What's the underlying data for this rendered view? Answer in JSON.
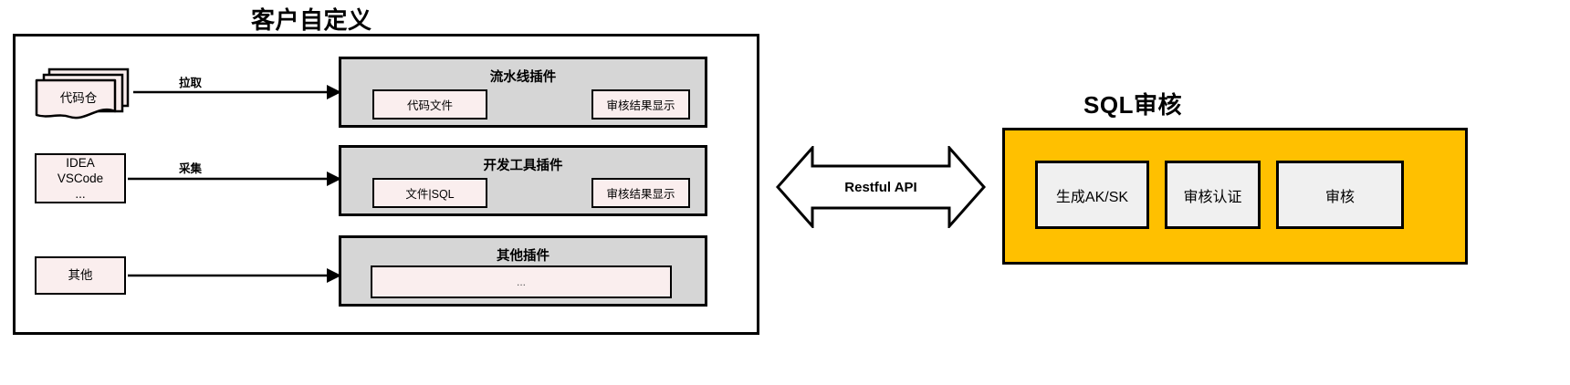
{
  "diagram": {
    "left_section": {
      "title": "客户自定义",
      "sources": [
        {
          "name": "code-repo",
          "label": "代码仓",
          "shape": "document-stack"
        },
        {
          "name": "ide",
          "label": "IDEA\nVSCode\n...",
          "lines": [
            "IDEA",
            "VSCode",
            "..."
          ],
          "shape": "rect"
        },
        {
          "name": "other",
          "label": "其他",
          "shape": "rect"
        }
      ],
      "arrows": [
        {
          "name": "pull-arrow",
          "label": "拉取"
        },
        {
          "name": "collect-arrow",
          "label": "采集"
        },
        {
          "name": "other-arrow",
          "label": ""
        }
      ],
      "plugins": [
        {
          "name": "pipeline-plugin",
          "title": "流水线插件",
          "items": [
            "代码文件",
            "审核结果显示"
          ]
        },
        {
          "name": "devtool-plugin",
          "title": "开发工具插件",
          "items": [
            "文件|SQL",
            "审核结果显示"
          ]
        },
        {
          "name": "other-plugin",
          "title": "其他插件",
          "items": [
            "..."
          ]
        }
      ]
    },
    "connector": {
      "label": "Restful API",
      "style": "double-headed-arrow"
    },
    "right_section": {
      "title": "SQL审核",
      "cards": [
        "生成AK/SK",
        "审核认证",
        "审核"
      ]
    },
    "colors": {
      "panel_orange": "#FFC000",
      "plugin_gray": "#D6D6D6",
      "node_pink": "#FAEEEE",
      "card_gray": "#F0F0F0",
      "stroke": "#000000"
    }
  }
}
